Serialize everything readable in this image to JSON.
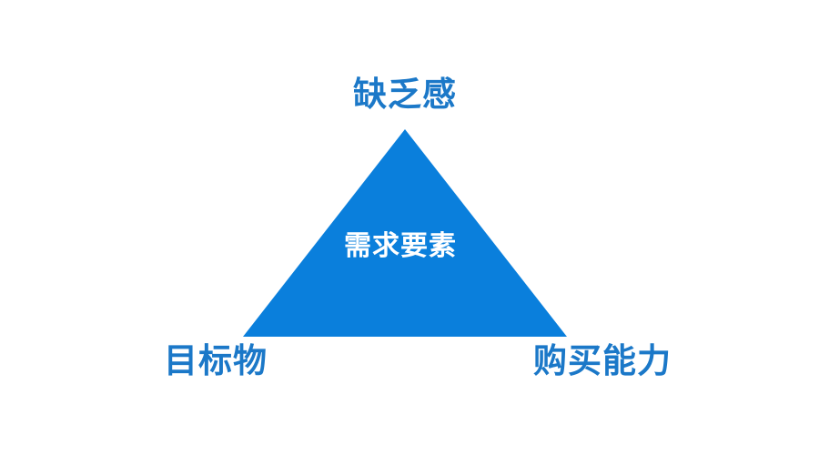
{
  "diagram": {
    "top_label": "缺乏感",
    "left_label": "目标物",
    "right_label": "购买能力",
    "center_label": "需求要素"
  },
  "colors": {
    "triangle_fill": "#0a7fdc",
    "label_text": "#1b78c8",
    "center_text": "#ffffff",
    "background": "#ffffff"
  }
}
